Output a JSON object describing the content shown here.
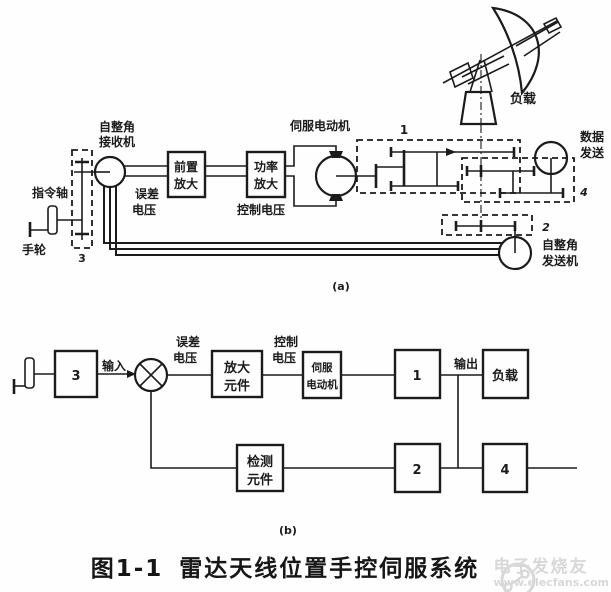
{
  "figure": {
    "caption_number": "图1-1",
    "caption_text": "雷达天线位置手控伺服系统",
    "panel_a_label": "(a)",
    "panel_b_label": "(b)"
  },
  "panel_a": {
    "command_shaft": "指令轴",
    "handwheel": "手轮",
    "input_gearbox_number": "3",
    "synchro_receiver": [
      "自整角",
      "接收机"
    ],
    "error_voltage": [
      "误差",
      "电压"
    ],
    "preamplifier": [
      "前置",
      "放大"
    ],
    "power_amplifier": [
      "功率",
      "放大"
    ],
    "control_voltage": "控制电压",
    "servo_motor": "伺服电动机",
    "gear_train_1_number": "1",
    "gear_train_2_number": "2",
    "gear_train_4_number": "4",
    "load": "负载",
    "data_transmitter": [
      "数据",
      "发送"
    ],
    "synchro_transmitter": [
      "自整角",
      "发送机"
    ]
  },
  "panel_b": {
    "input_gearbox_number": "3",
    "input": "输入",
    "error_voltage": [
      "误差",
      "电压"
    ],
    "amplifier_element": [
      "放大",
      "元件"
    ],
    "control_voltage": [
      "控制",
      "电压"
    ],
    "servo_motor": [
      "伺服",
      "电动机"
    ],
    "gear_train_1_number": "1",
    "output": "输出",
    "load": "负载",
    "detector_element": [
      "检测",
      "元件"
    ],
    "gear_train_2_number": "2",
    "block_4_number": "4"
  },
  "watermark": {
    "site_name": "电子发烧友",
    "site_url": "www.elecfans.com",
    "color": "#d8d8d8"
  },
  "colors": {
    "ink": "#1b1b1b",
    "background": "#fefefe"
  }
}
